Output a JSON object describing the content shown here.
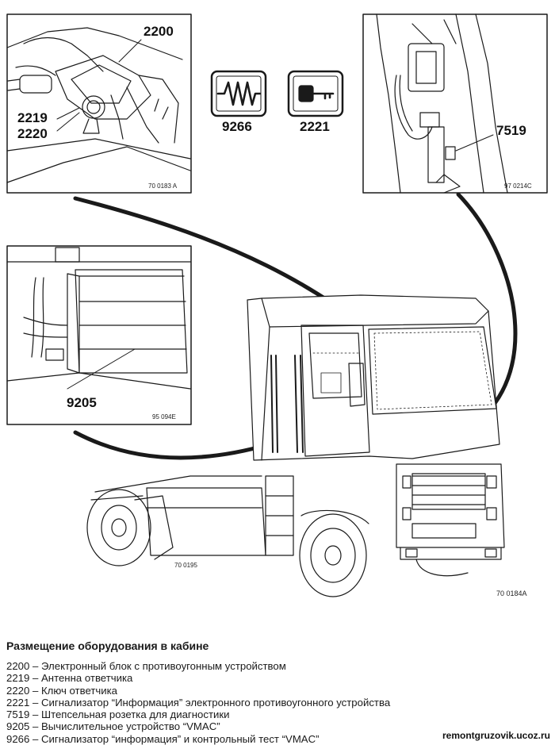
{
  "figure_refs": {
    "top_left": "70 0183 A",
    "top_right": "97 0214C",
    "middle_left": "95 094E",
    "truck": "70 0195",
    "overall": "70 0184A"
  },
  "labels": {
    "l2200": "2200",
    "l2219": "2219",
    "l2220": "2220",
    "l9266": "9266",
    "l2221": "2221",
    "l7519": "7519",
    "l9205": "9205"
  },
  "caption": {
    "title": "Размещение оборудования в кабине",
    "items": [
      "2200 – Электронный блок с противоугонным устройством",
      "2219 – Антенна ответчика",
      "2220 – Ключ ответчика",
      "2221 – Сигнализатор “Информация” электронного противоугонного устройства",
      "7519 – Штепсельная розетка для диагностики",
      "9205 – Вычислительное устройство “VMAC”",
      "9266 – Сигнализатор “информация” и контрольный тест “VMAC”"
    ]
  },
  "watermark": "remontgruzovik.ucoz.ru"
}
